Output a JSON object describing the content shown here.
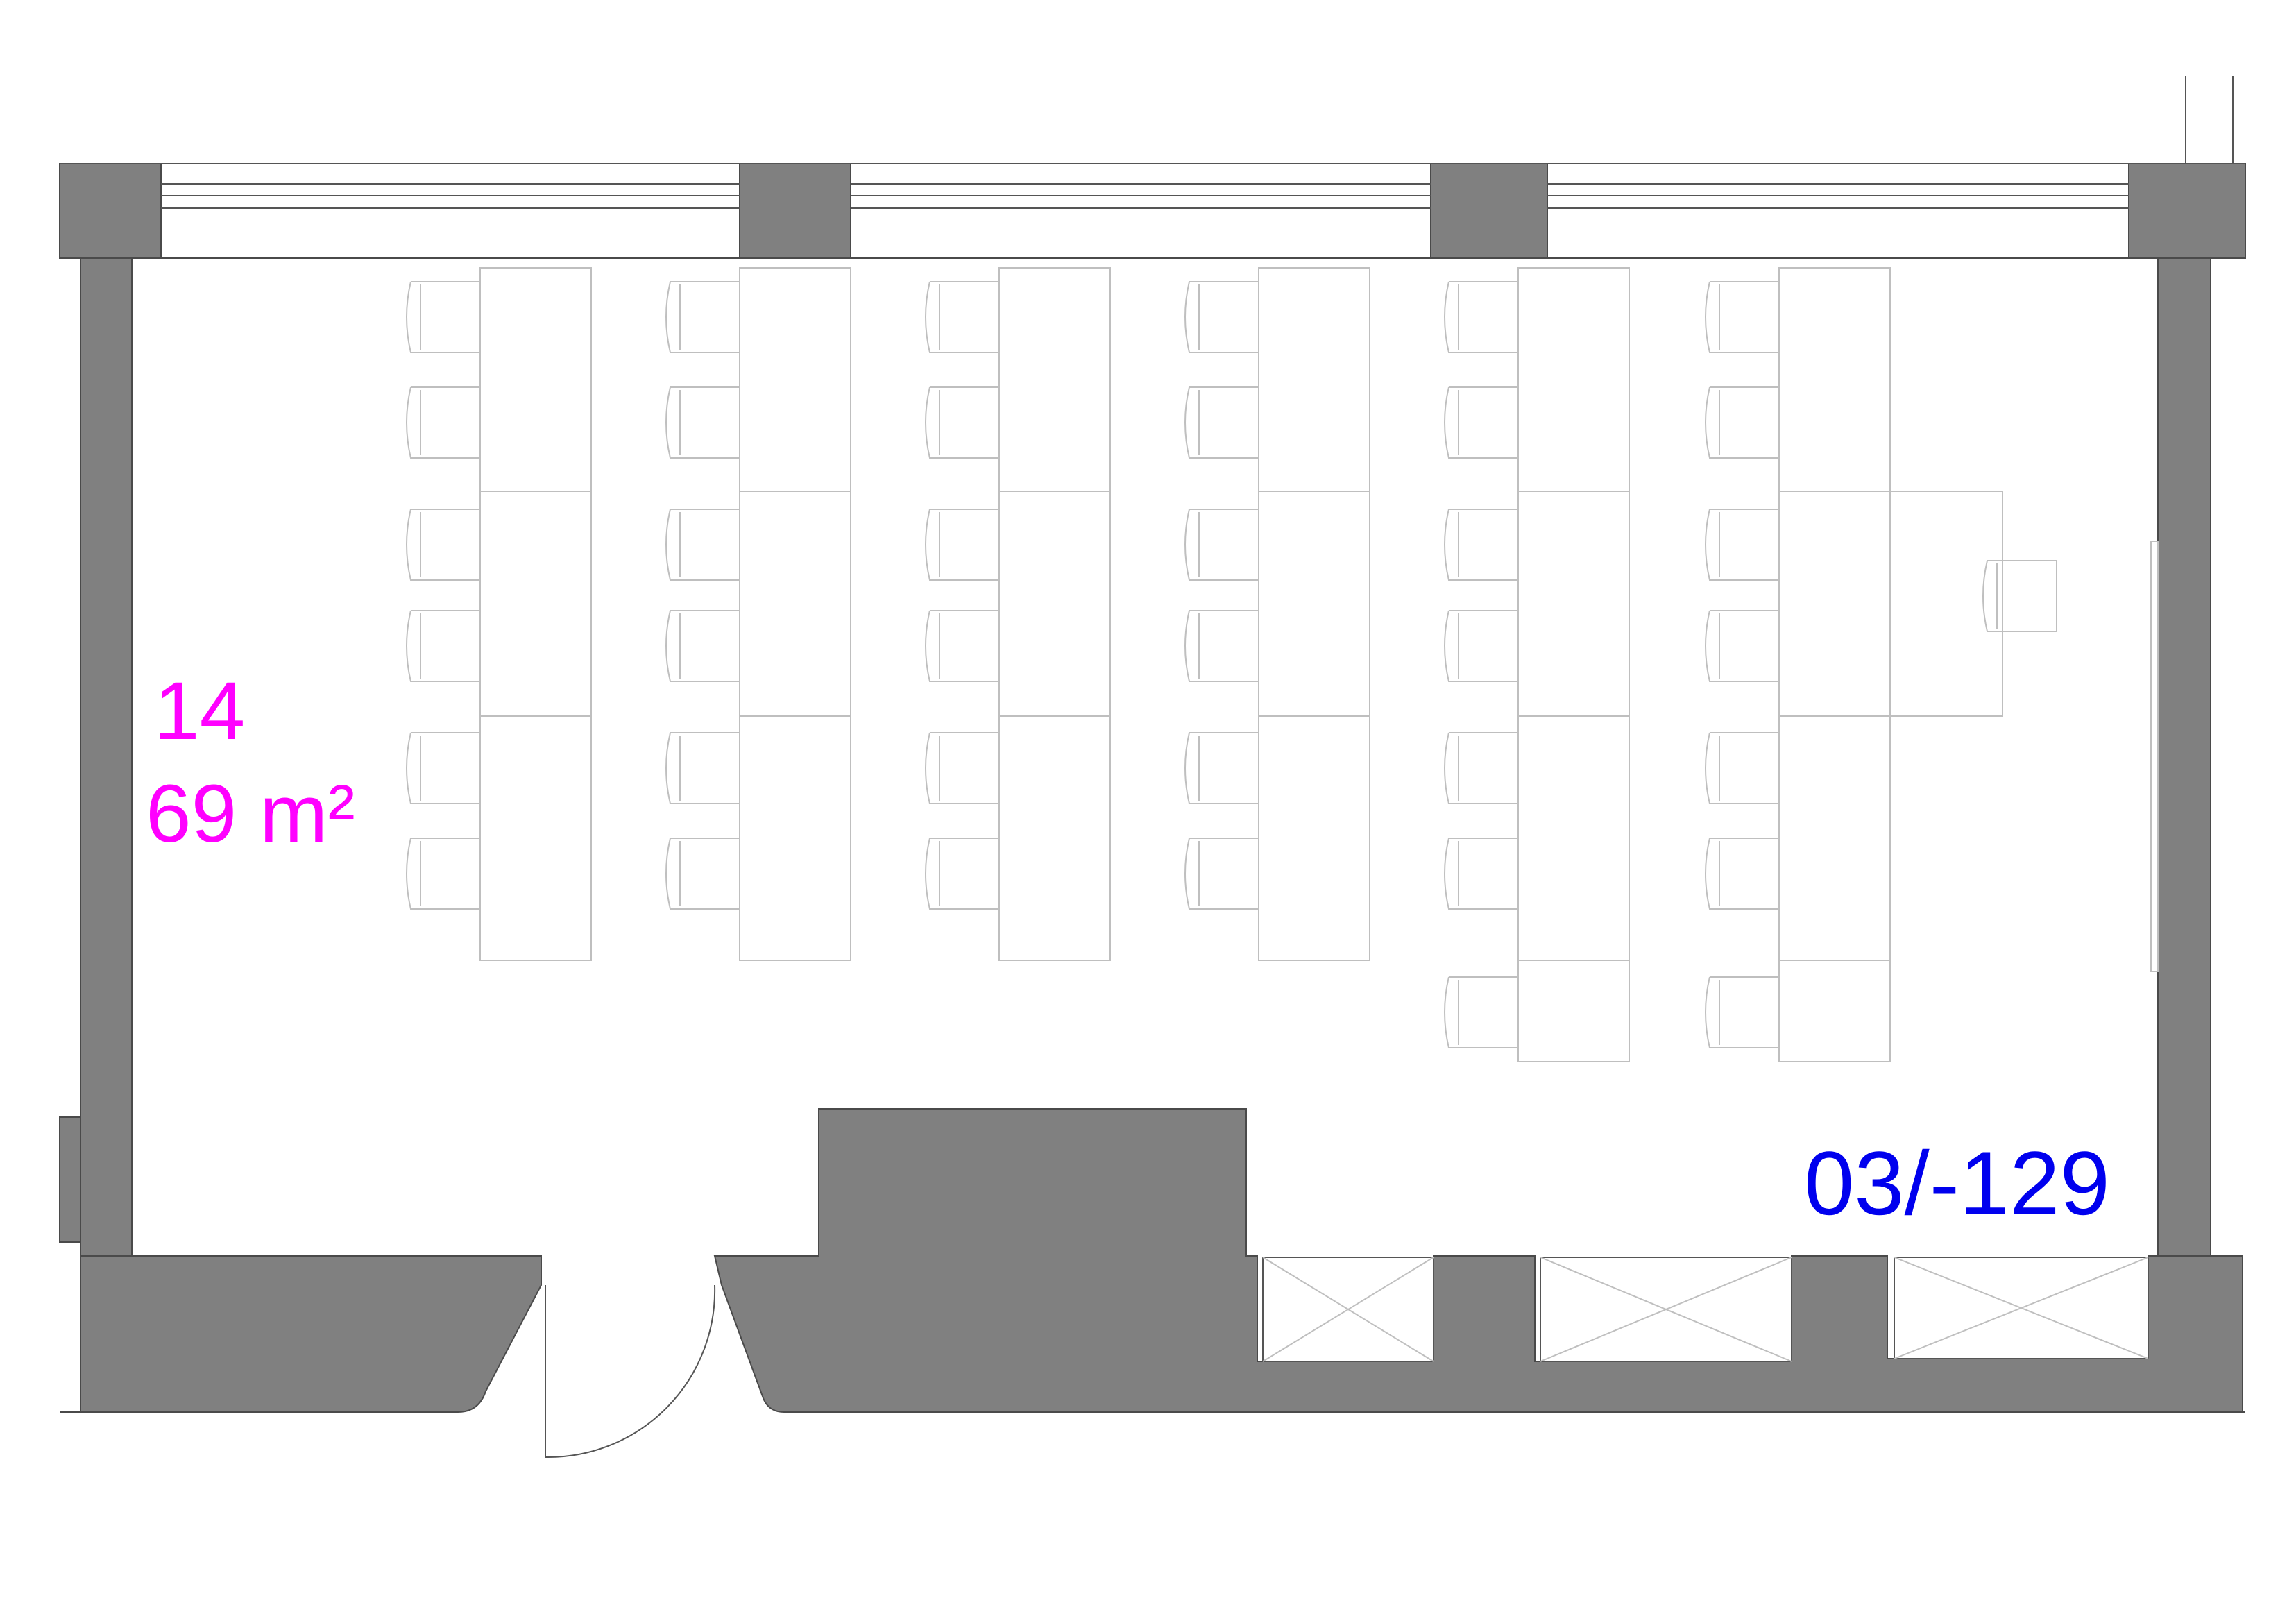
{
  "room": {
    "number": "14",
    "area": "69 m²",
    "code": "03/-129"
  },
  "colors": {
    "wall": "#808080",
    "wall_stroke": "#4a4a4a",
    "furniture_line": "#bfbfbf",
    "label_magenta": "#ff00ff",
    "label_blue": "#0000ee"
  }
}
